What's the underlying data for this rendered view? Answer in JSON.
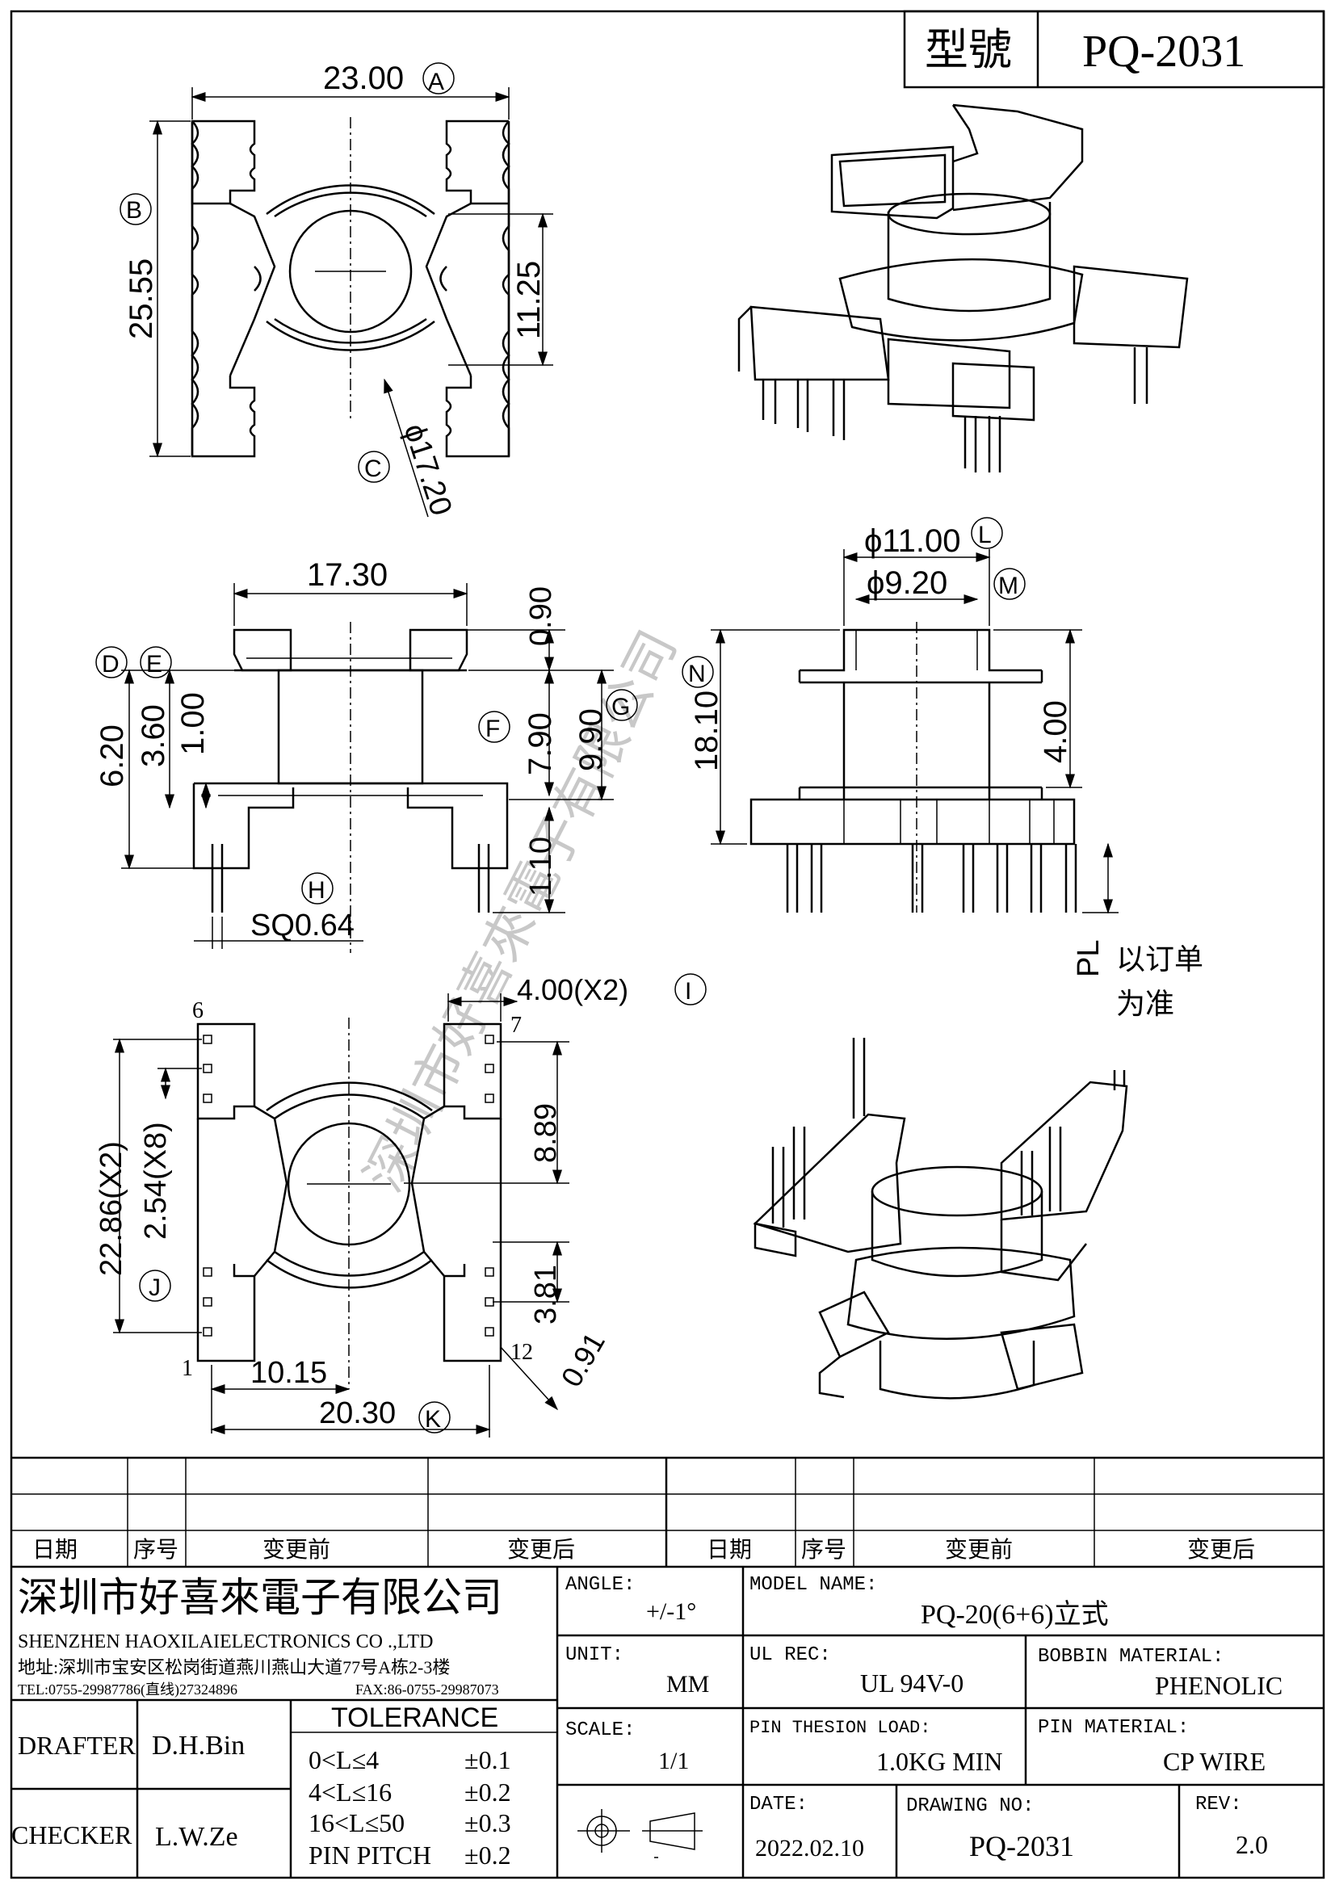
{
  "header": {
    "model_label": "型號",
    "model_value": "PQ-2031"
  },
  "dims": {
    "a": "23.00",
    "b": "25.55",
    "c": "ϕ17.20",
    "d1": "11.25",
    "w1": "17.30",
    "h1": "0.90",
    "d": "6.20",
    "e": "3.60",
    "one": "1.00",
    "f": "7.90",
    "g": "9.90",
    "h2": "1.10",
    "sq": "SQ0.64",
    "l": "ϕ11.00",
    "m": "ϕ9.20",
    "n": "18.10",
    "four": "4.00",
    "pl": "PL",
    "pl_note1": "以订单",
    "pl_note2": "为准",
    "i": "4.00(X2)",
    "x2": "22.86(X2)",
    "x8": "2.54(X8)",
    "p889": "8.89",
    "p381": "3.81",
    "p091": "0.91",
    "p1015": "10.15",
    "k": "20.30"
  },
  "callouts": [
    "A",
    "B",
    "C",
    "D",
    "E",
    "F",
    "G",
    "H",
    "I",
    "J",
    "K",
    "L",
    "M",
    "N"
  ],
  "pins": {
    "p6": "6",
    "p7": "7",
    "p1": "1",
    "p12": "12"
  },
  "watermark": "深圳市好喜來電子有限公司",
  "revision_table": {
    "headers": [
      "日期",
      "序号",
      "变更前",
      "变更后",
      "日期",
      "序号",
      "变更前",
      "变更后"
    ]
  },
  "company": {
    "name_cn": "深圳市好喜來電子有限公司",
    "name_en": "SHENZHEN HAOXILAIELECTRONICS CO .,LTD",
    "address": "地址:深圳市宝安区松岗街道燕川燕山大道77号A栋2-3楼",
    "tel": "TEL:0755-29987786(直线)27324896",
    "fax": "FAX:86-0755-29987073"
  },
  "info": {
    "angle_label": "ANGLE:",
    "angle_value": "+/-1°",
    "model_name_label": "MODEL NAME:",
    "model_name_value": "PQ-20(6+6)立式",
    "unit_label": "UNIT:",
    "unit_value": "MM",
    "ul_label": "UL REC:",
    "ul_value": "UL 94V-0",
    "bobbin_label": "BOBBIN MATERIAL:",
    "bobbin_value": "PHENOLIC",
    "scale_label": "SCALE:",
    "scale_value": "1/1",
    "pin_load_label": "PIN THESION LOAD:",
    "pin_load_value": "1.0KG MIN",
    "pin_mat_label": "PIN MATERIAL:",
    "pin_mat_value": "CP   WIRE",
    "date_label": "DATE:",
    "date_value": "2022.02.10",
    "drawing_label": "DRAWING NO:",
    "drawing_value": "PQ-2031",
    "rev_label": "REV:",
    "rev_value": "2.0"
  },
  "people": {
    "drafter_label": "DRAFTER",
    "drafter_value": "D.H.Bin",
    "checker_label": "CHECKER",
    "checker_value": "L.W.Ze"
  },
  "tolerance": {
    "title": "TOLERANCE",
    "rows": [
      {
        "range": "0<L≤4",
        "value": "±0.1"
      },
      {
        "range": "4<L≤16",
        "value": "±0.2"
      },
      {
        "range": "16<L≤50",
        "value": "±0.3"
      },
      {
        "range": "PIN PITCH",
        "value": "±0.2"
      }
    ]
  }
}
